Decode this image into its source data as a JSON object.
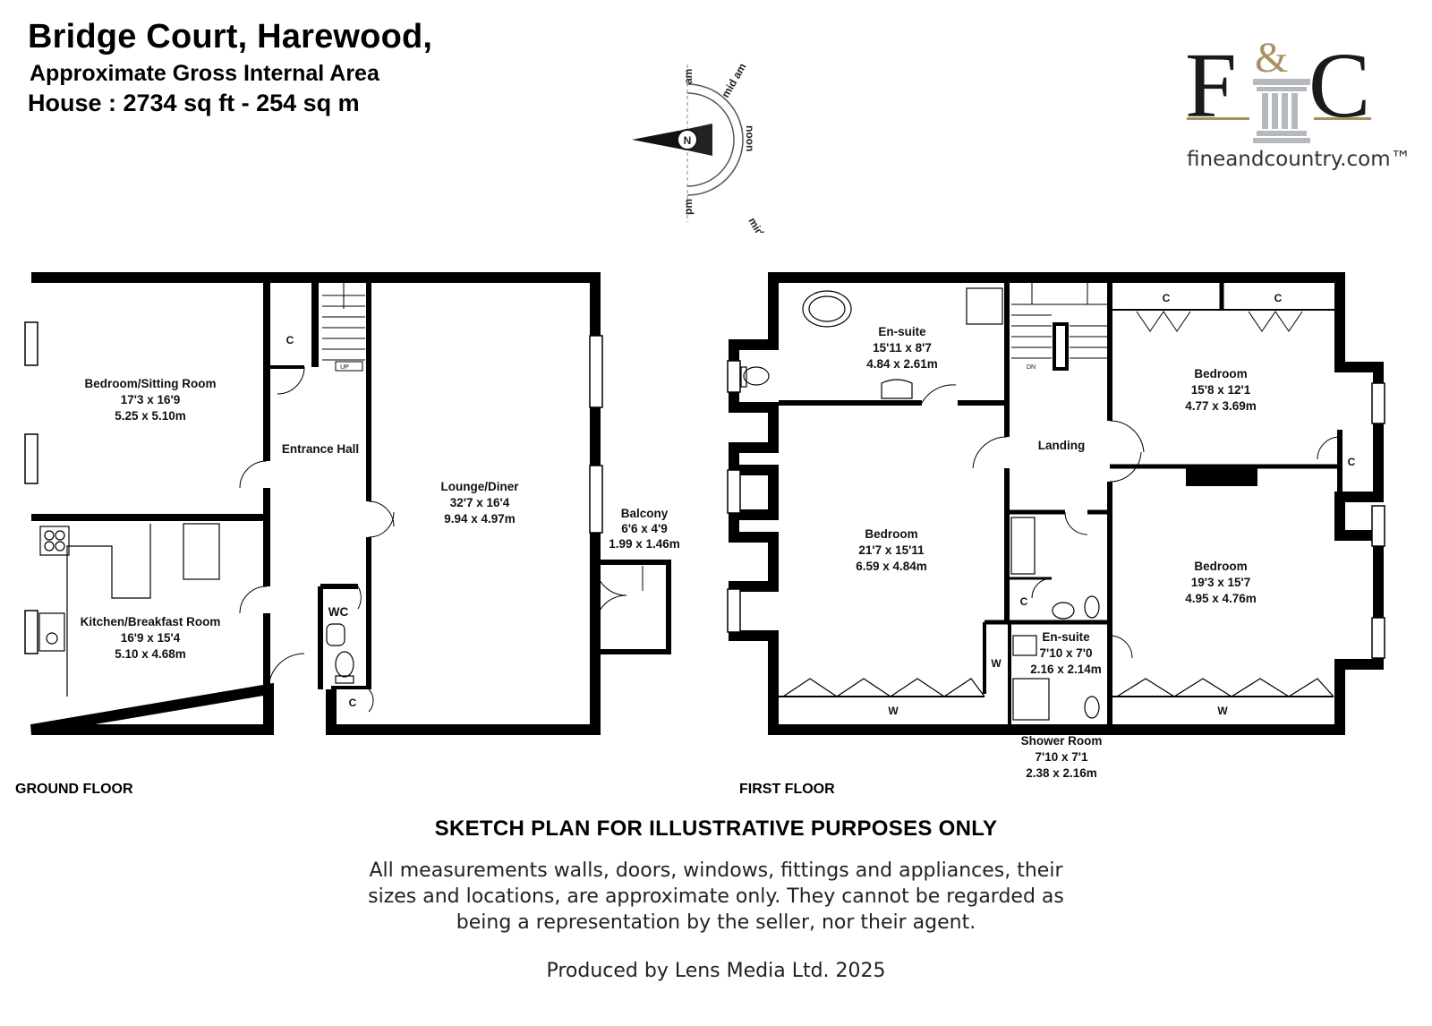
{
  "header": {
    "title": "Bridge Court, Harewood,",
    "subtitle": "Approximate Gross Internal Area",
    "area": "House : 2734 sq ft - 254 sq m"
  },
  "logo": {
    "f": "F",
    "amp": "&",
    "c": "C",
    "url": "fineandcountry.com™",
    "colors": {
      "primary": "#1a1a1a",
      "accent": "#a99060",
      "pillar": "#b5b8bd"
    }
  },
  "compass": {
    "north": "N",
    "am": "am",
    "mid_am": "mid am",
    "noon": "noon",
    "mid_pm": "mid pm",
    "pm": "pm"
  },
  "ground_floor": {
    "label": "GROUND FLOOR",
    "rooms": [
      {
        "name": "Bedroom/Sitting Room",
        "imperial": "17'3 x 16'9",
        "metric": "5.25 x 5.10m"
      },
      {
        "name": "Kitchen/Breakfast Room",
        "imperial": "16'9 x 15'4",
        "metric": "5.10 x 4.68m"
      },
      {
        "name": "Entrance Hall"
      },
      {
        "name": "Lounge/Diner",
        "imperial": "32'7 x 16'4",
        "metric": "9.94 x 4.97m"
      },
      {
        "name": "Balcony",
        "imperial": "6'6 x 4'9",
        "metric": "1.99 x 1.46m"
      },
      {
        "name": "WC"
      }
    ],
    "markers": {
      "cupboard": "C",
      "up": "UP"
    }
  },
  "first_floor": {
    "label": "FIRST FLOOR",
    "rooms": [
      {
        "name": "En-suite",
        "imperial": "15'11 x 8'7",
        "metric": "4.84 x 2.61m"
      },
      {
        "name": "Bedroom",
        "imperial": "21'7 x 15'11",
        "metric": "6.59 x 4.84m"
      },
      {
        "name": "Landing"
      },
      {
        "name": "Bedroom",
        "imperial": "15'8 x 12'1",
        "metric": "4.77 x 3.69m"
      },
      {
        "name": "Bedroom",
        "imperial": "19'3 x 15'7",
        "metric": "4.95 x 4.76m"
      },
      {
        "name": "En-suite",
        "imperial": "7'10 x 7'0",
        "metric": "2.16 x 2.14m"
      },
      {
        "name": "Shower Room",
        "imperial": "7'10 x 7'1",
        "metric": "2.38 x 2.16m"
      }
    ],
    "markers": {
      "cupboard": "C",
      "wardrobe": "W",
      "down": "DN"
    }
  },
  "disclaimer": {
    "heading": "SKETCH PLAN FOR ILLUSTRATIVE PURPOSES ONLY",
    "line1": "All measurements walls, doors, windows, fittings and appliances, their",
    "line2": "sizes and locations, are approximate only. They cannot be regarded as",
    "line3": "being a representation by the seller, nor their agent."
  },
  "producer": "Produced by Lens Media Ltd. 2025"
}
